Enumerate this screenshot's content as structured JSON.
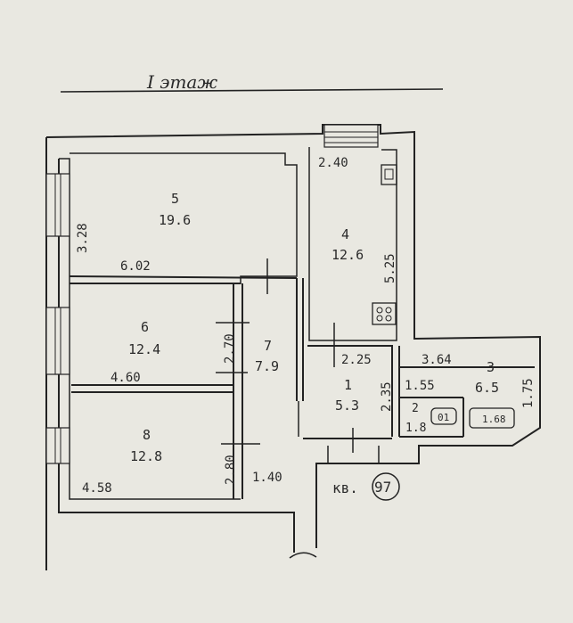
{
  "title": "I этаж",
  "apartment": {
    "prefix": "кв.",
    "number": "97"
  },
  "rooms": [
    {
      "id": "5",
      "area": "19.6"
    },
    {
      "id": "4",
      "area": "12.6"
    },
    {
      "id": "6",
      "area": "12.4"
    },
    {
      "id": "7",
      "area": "7.9"
    },
    {
      "id": "1",
      "area": "5.3"
    },
    {
      "id": "3",
      "area": "6.5"
    },
    {
      "id": "2",
      "area": "1.8"
    },
    {
      "id": "8",
      "area": "12.8"
    }
  ],
  "dimensions": {
    "d_328": "3.28",
    "d_602": "6.02",
    "d_240": "2.40",
    "d_525": "5.25",
    "d_270": "2.70",
    "d_460": "4.60",
    "d_225": "2.25",
    "d_364": "3.64",
    "d_235": "2.35",
    "d_155": "1.55",
    "d_175": "1.75",
    "d_280": "2.80",
    "d_458": "4.58",
    "d_140": "1.40"
  },
  "fixtures": {
    "toilet_label": "01",
    "bath_label": "1.68"
  }
}
